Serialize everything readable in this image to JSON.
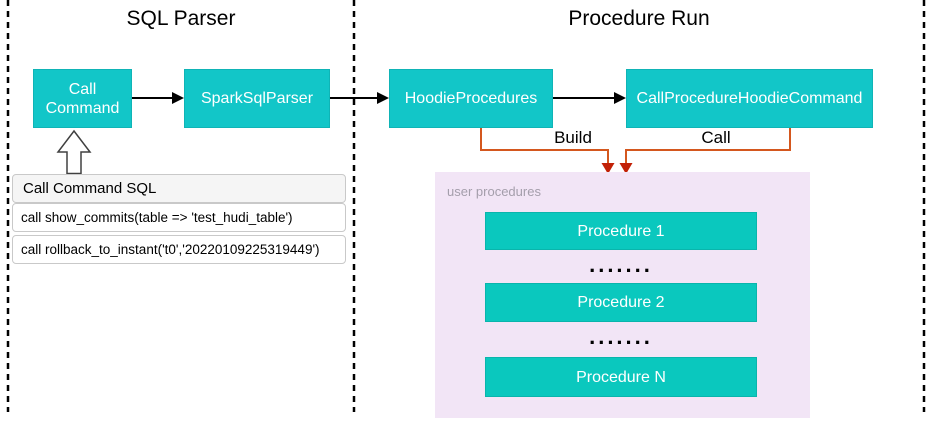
{
  "diagram": {
    "sections": [
      {
        "id": "sql-parser",
        "title": "SQL Parser"
      },
      {
        "id": "procedure-run",
        "title": "Procedure Run"
      }
    ],
    "nodes": {
      "call_command": "Call Command",
      "spark_sql_parser": "SparkSqlParser",
      "hoodie_procedures": "HoodieProcedures",
      "call_procedure_hoodie_command": "CallProcedureHoodieCommand"
    },
    "edges": {
      "build_label": "Build",
      "call_label": "Call"
    },
    "sql_panel": {
      "header": "Call Command SQL",
      "rows": [
        "call show_commits(table => 'test_hudi_table')",
        "call rollback_to_instant('t0','20220109225319449')"
      ]
    },
    "user_procedures": {
      "label": "user procedures",
      "items": [
        "Procedure 1",
        "Procedure 2",
        "Procedure N"
      ],
      "ellipsis": "......."
    },
    "icons": {
      "up_arrow": "hollow-up-arrow-icon",
      "down_arrows": "double-down-arrow-icon"
    },
    "colors": {
      "node_teal": "#12C6C8",
      "procedure_teal": "#0AC8BE",
      "purple_bg": "#F2E5F6",
      "orange_line": "#D4571E",
      "orange_head": "#C22107",
      "border_gray": "#C9C9C9",
      "label_gray": "#A49EAB"
    }
  }
}
